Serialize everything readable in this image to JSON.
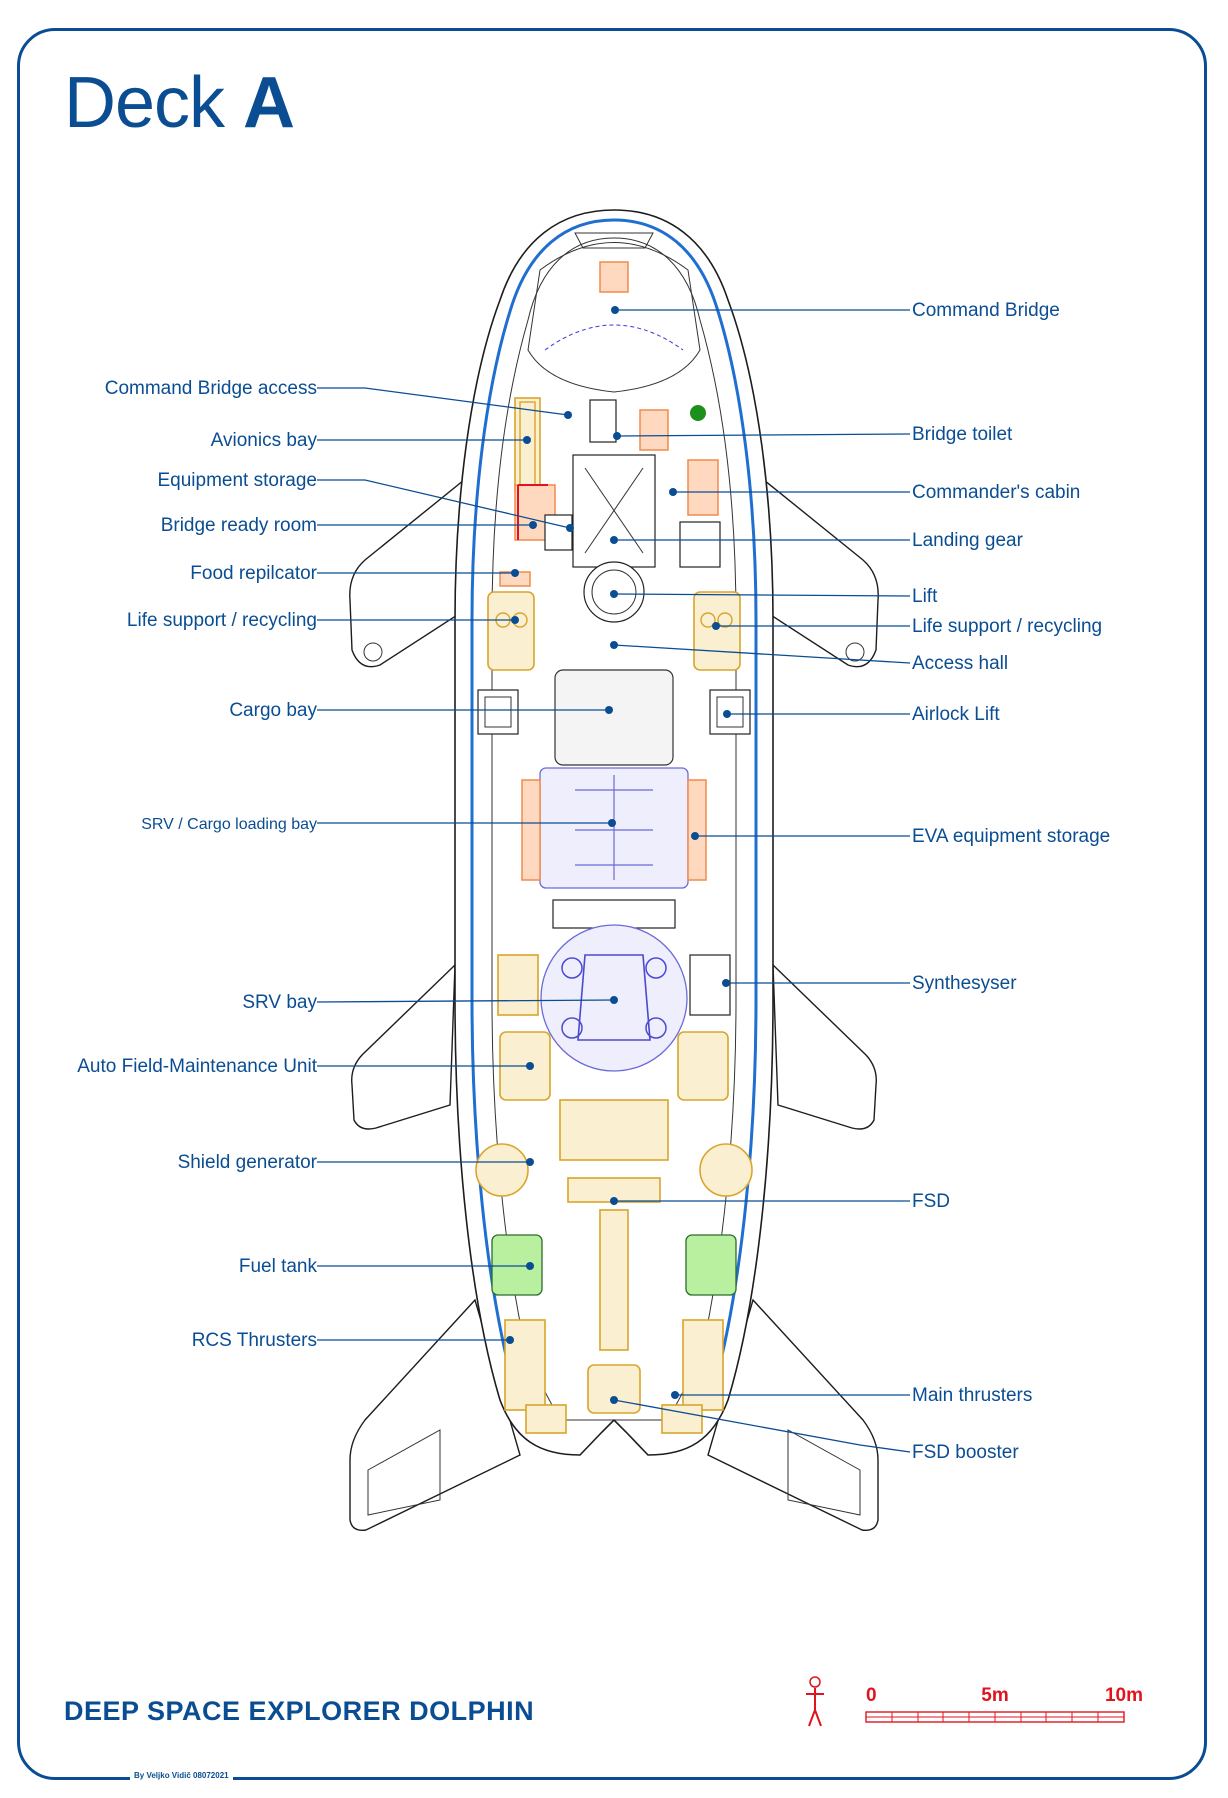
{
  "deck": {
    "prefix": "Deck ",
    "letter": "A"
  },
  "ship_name": "DEEP SPACE EXPLORER DOLPHIN",
  "credit": "By Veljko Vidič 08072021",
  "labels_left": [
    "Command Bridge access",
    "Avionics bay",
    "Equipment storage",
    "Bridge ready room",
    "Food repilcator",
    "Life support / recycling",
    "Cargo bay",
    "SRV / Cargo loading bay",
    "SRV bay",
    "Auto Field-Maintenance Unit",
    "Shield generator",
    "Fuel tank",
    "RCS Thrusters"
  ],
  "labels_right": [
    "Command Bridge",
    "Bridge toilet",
    "Commander's cabin",
    "Landing gear",
    "Lift",
    "Life support / recycling",
    "Access hall",
    "Airlock Lift",
    "EVA equipment storage",
    "Synthesyser",
    "FSD",
    "Main thrusters",
    "FSD booster"
  ],
  "scale": {
    "marks": [
      "0",
      "5m",
      "10m"
    ]
  },
  "colors": {
    "brand": "#0a4d93",
    "scale": "#e0141e",
    "equipment": "#d9a52b",
    "crew": "#f08a4b",
    "vehicle": "#6b6bd8",
    "fuel": "#b8f0a0"
  }
}
